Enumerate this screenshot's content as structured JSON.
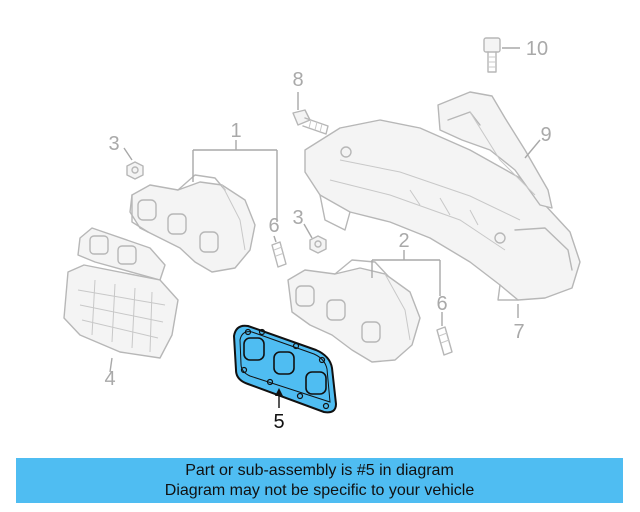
{
  "diagram": {
    "highlighted_part": "5",
    "highlight_color": "#4fbdf2",
    "part_numbers": [
      "1",
      "2",
      "3",
      "3",
      "4",
      "5",
      "6",
      "6",
      "7",
      "8",
      "9",
      "10"
    ]
  },
  "banner": {
    "line1": "Part or sub-assembly is #5 in diagram",
    "line2": "Diagram may not be specific to your vehicle",
    "color": "#4fbdf2"
  }
}
